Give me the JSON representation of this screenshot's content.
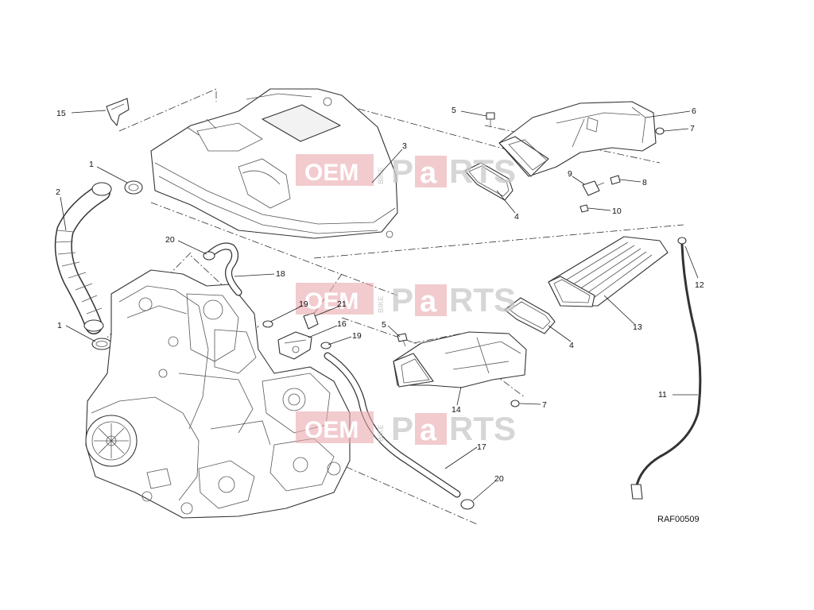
{
  "diagram": {
    "reference_code": "RAF00509",
    "watermark": {
      "left": "OEM",
      "vertical": "BIKE",
      "right_p": "P",
      "right_a": "a",
      "right_rest": "RTS"
    },
    "callouts": [
      {
        "id": "c15",
        "label": "15"
      },
      {
        "id": "c1a",
        "label": "1"
      },
      {
        "id": "c2",
        "label": "2"
      },
      {
        "id": "c3",
        "label": "3"
      },
      {
        "id": "c5a",
        "label": "5"
      },
      {
        "id": "c6",
        "label": "6"
      },
      {
        "id": "c7a",
        "label": "7"
      },
      {
        "id": "c9",
        "label": "9"
      },
      {
        "id": "c8",
        "label": "8"
      },
      {
        "id": "c10",
        "label": "10"
      },
      {
        "id": "c4a",
        "label": "4"
      },
      {
        "id": "c12",
        "label": "12"
      },
      {
        "id": "c20a",
        "label": "20"
      },
      {
        "id": "c18",
        "label": "18"
      },
      {
        "id": "c19a",
        "label": "19"
      },
      {
        "id": "c21",
        "label": "21"
      },
      {
        "id": "c16",
        "label": "16"
      },
      {
        "id": "c19b",
        "label": "19"
      },
      {
        "id": "c5b",
        "label": "5"
      },
      {
        "id": "c4b",
        "label": "4"
      },
      {
        "id": "c13",
        "label": "13"
      },
      {
        "id": "c1b",
        "label": "1"
      },
      {
        "id": "c14",
        "label": "14"
      },
      {
        "id": "c7b",
        "label": "7"
      },
      {
        "id": "c11",
        "label": "11"
      },
      {
        "id": "c17",
        "label": "17"
      },
      {
        "id": "c20b",
        "label": "20"
      }
    ]
  }
}
